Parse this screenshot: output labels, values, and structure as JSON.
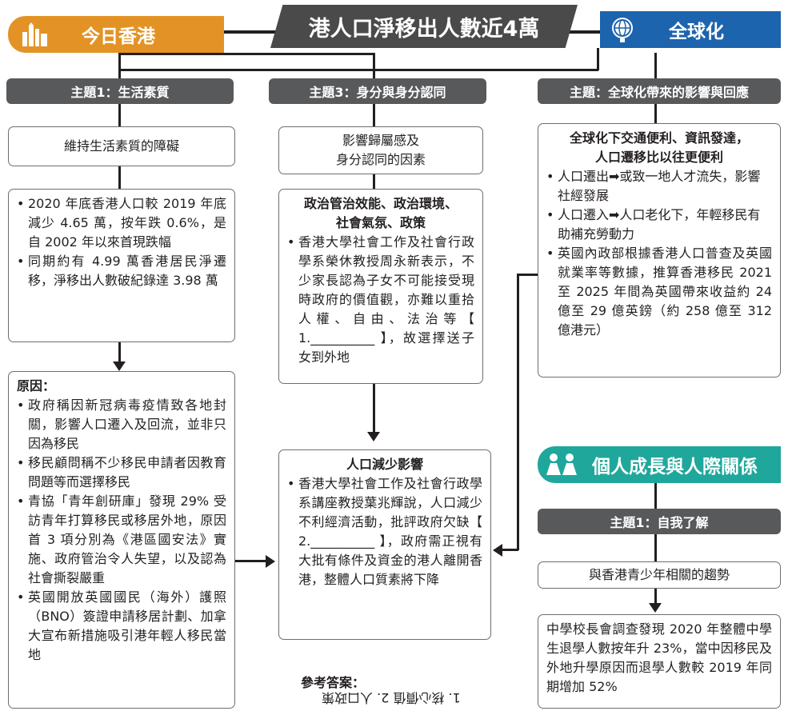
{
  "title": "港人口淨移出人數近4萬",
  "header_left": "今日香港",
  "header_right": "全球化",
  "header_personal": "個人成長與人際關係",
  "topics": {
    "t1": "主題1：生活素質",
    "t3": "主題3：身分與身分認同",
    "tg": "主題：全球化帶來的影響與回應",
    "tp": "主題1：自我了解"
  },
  "col1": {
    "box1": "維持生活素質的障礙",
    "box2_items": [
      "2020 年底香港人口較 2019 年底減少 4.65 萬，按年跌 0.6%，是自 2002 年以來首現跌幅",
      "同期約有 4.99 萬香港居民淨遷移，淨移出人數破紀錄達 3.98 萬"
    ],
    "reasons_title": "原因：",
    "reasons": [
      "政府稱因新冠病毒疫情致各地封關，影響人口遷入及回流，並非只因為移民",
      "移民顧問稱不少移民申請者因教育問題等而選擇移民",
      "青協「青年創研庫」發現 29% 受訪青年打算移民或移居外地，原因首 3 項分別為《港區國安法》實施、政府管治令人失望，以及認為社會撕裂嚴重",
      "英國開放英國國民（海外）護照（BNO）簽證申請移居計劃、加拿大宣布新措施吸引港年輕人移民當地"
    ]
  },
  "col2": {
    "box1_line1": "影響歸屬感及",
    "box1_line2": "身分認同的因素",
    "box2_title_line1": "政治管治效能、政治環境、",
    "box2_title_line2": "社會氣氛、政策",
    "box2_item": "香港大學社會工作及社會行政學系榮休教授周永新表示，不少家長認為子女不可能接受現時政府的價值觀，亦難以重拾人權、自由、法治等【 1.__________ 】，故選擇送子女到外地",
    "box3_title": "人口減少影響",
    "box3_item": "香港大學社會工作及社會行政學系講座教授葉兆輝說，人口減少不利經濟活動，批評政府欠缺【 2.__________ 】，政府需正視有大批有條件及資金的港人離開香港，整體人口質素將下降",
    "answers_label": "參考答案：",
    "answers_text": "1. 核心價值 2. 人口政策"
  },
  "col3": {
    "g_title_line1": "全球化下交通便利、資訊發達，",
    "g_title_line2": "人口遷移比以往更便利",
    "g_items": [
      {
        "lead": "人口遷出",
        "rest": "或致一地人才流失，影響社經發展"
      },
      {
        "lead": "人口遷入",
        "rest": "人口老化下，年輕移民有助補充勞動力"
      }
    ],
    "g_item3": "英國內政部根據香港人口普查及英國就業率等數據，推算香港移民 2021 至 2025 年間為英國帶來收益約 24 億至 29 億英鎊（約 258 億至 312 億港元）",
    "p_box1": "與香港青少年相關的趨勢",
    "p_box2": "中學校長會調查發現 2020 年整體中學生退學人數按年升 23%，當中因移民及外地升學原因而退學人數較 2019 年同期增加 52%"
  },
  "colors": {
    "orange": "#e39325",
    "blue": "#1d64ae",
    "teal": "#20a79b",
    "dark": "#4a4a4a"
  }
}
